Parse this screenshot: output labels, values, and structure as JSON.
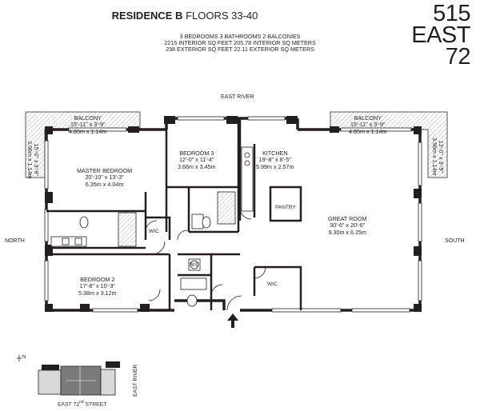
{
  "header": {
    "title_bold": "RESIDENCE B",
    "title_rest": "FLOORS 33-40",
    "spec_line_1": "3 BEDROOMS   3 BATHROOMS   2 BALCONIES",
    "spec_line_2": "2215 INTERIOR SQ FEET   205.78 INTERIOR SQ METERS",
    "spec_line_3": "238 EXTERIOR SQ FEET   22.11 EXTERIOR SQ METERS"
  },
  "logo": {
    "line_1": "515",
    "line_2": "EAST",
    "line_3": "72"
  },
  "compass": {
    "north": "NORTH",
    "south": "SOUTH",
    "east_river": "EAST RIVER"
  },
  "rooms": {
    "balcony_west": {
      "name": "BALCONY",
      "dim_ft": "15'-11\" x 3'-9\"",
      "dim_m": "4.85m x 1.14m",
      "side_ft": "15'-0\" x 3'-9\"",
      "side_m": "3.96m x 1.14m"
    },
    "balcony_east": {
      "name": "BALCONY",
      "dim_ft": "15'-11\" x 3'-9\"",
      "dim_m": "4.85m x 1.14m",
      "side_ft": "13'-0\" x 3'-9\"",
      "side_m": "3.96m x 1.14m"
    },
    "master_bedroom": {
      "name": "MASTER BEDROOM",
      "dim_ft": "20'-10\" x 13'-3\"",
      "dim_m": "6.35m x 4.04m"
    },
    "bedroom_3": {
      "name": "BEDROOM 3",
      "dim_ft": "12'-0\" x 11'-4\"",
      "dim_m": "3.66m x 3.45m"
    },
    "kitchen": {
      "name": "KITCHEN",
      "dim_ft": "19'-8\" x 8'-5\"",
      "dim_m": "5.99m x 2.57m"
    },
    "pantry": {
      "name": "PANTRY"
    },
    "great_room": {
      "name": "GREAT ROOM",
      "dim_ft": "30'-6\" x 20'-6\"",
      "dim_m": "9.30m x 6.25m"
    },
    "bedroom_2": {
      "name": "BEDROOM 2",
      "dim_ft": "17'-8\" x 10'-3\"",
      "dim_m": "5.38m x 3.12m"
    },
    "wic_master": {
      "name": "WIC"
    },
    "wic_hall": {
      "name": "WIC"
    },
    "wd": {
      "name": "W/D"
    }
  },
  "keyplan": {
    "street": "EAST 72",
    "street_sup": "nd",
    "street_suffix": " STREET",
    "river": "EAST RIVER",
    "north_mark": "N"
  }
}
